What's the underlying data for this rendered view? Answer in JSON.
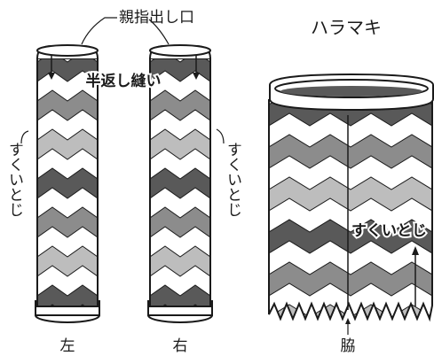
{
  "labels": {
    "thumb_hole": "親指出し口",
    "half_backstitch": "半返し縫い",
    "slip_stitch_left": "すくいとじ",
    "slip_stitch_right": "すくいとじ",
    "slip_stitch_band": "すくいとじ",
    "haramaki": "ハラマキ",
    "left": "左",
    "right": "右",
    "side": "脇"
  },
  "colors": {
    "outline": "#1a1a1a",
    "dark_gray": "#595959",
    "mid_gray": "#8c8c8c",
    "light_gray": "#bdbdbd",
    "white": "#ffffff"
  }
}
